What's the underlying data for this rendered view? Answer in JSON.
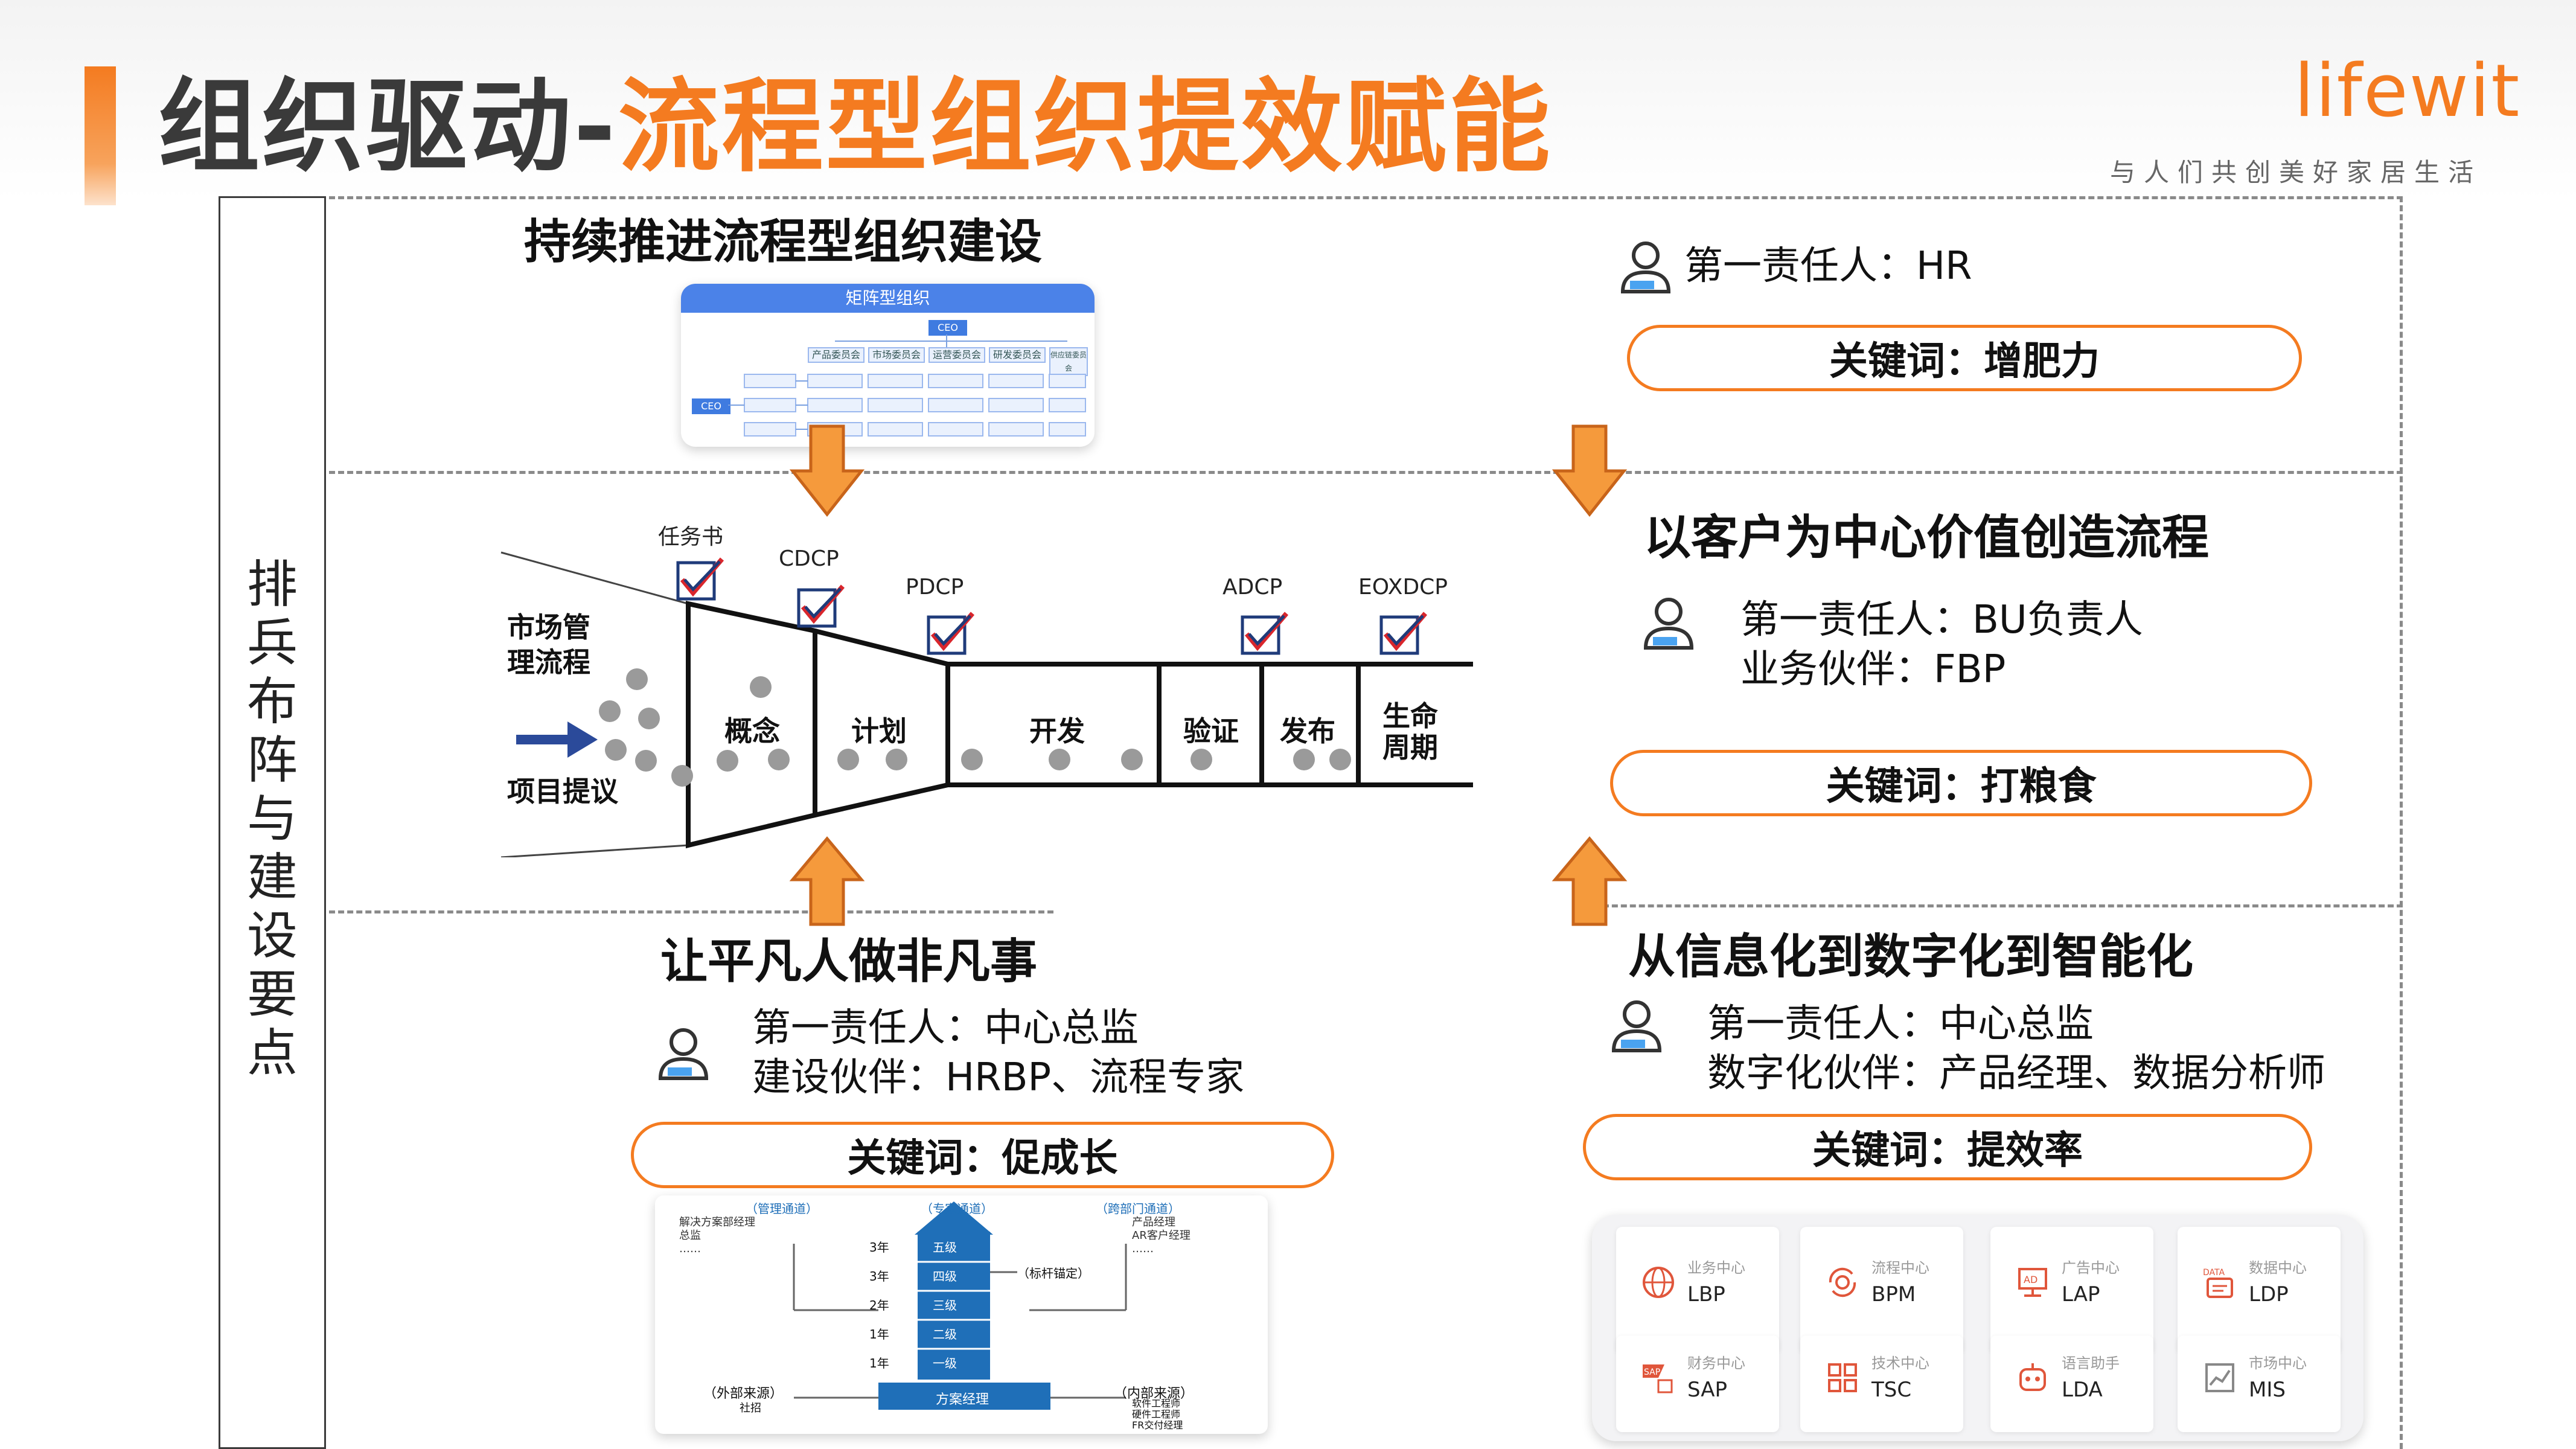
{
  "header": {
    "title_prefix": "组织驱动-",
    "title_main": "流程型组织提效赋能",
    "logo": "lifewit",
    "slogan": "与人们共创美好家居生活"
  },
  "left_panel": {
    "label": "排兵布阵与建设要点"
  },
  "sections": {
    "top_left": {
      "title": "持续推进流程型组织建设",
      "org_chart": {
        "title": "矩阵型组织",
        "ceo": "CEO",
        "top_boxes": [
          "产品委员会",
          "市场委员会",
          "运营委员会",
          "研发委员会",
          "供应链委员会"
        ]
      }
    },
    "top_right": {
      "owner": "第一责任人：HR",
      "keyword": "关键词：增肥力"
    },
    "middle_right": {
      "title": "以客户为中心价值创造流程",
      "owner": "第一责任人：BU负责人",
      "partner": "业务伙伴：FBP",
      "keyword": "关键词：打粮食"
    },
    "bottom_left": {
      "title": "让平凡人做非凡事",
      "owner": "第一责任人：中心总监",
      "partner": "建设伙伴：HRBP、流程专家",
      "keyword": "关键词：促成长",
      "career": {
        "mgmt_channel": "（管理通道）",
        "expert_channel": "（专家通道）",
        "cross_channel": "（跨部门通道）",
        "mgmt_roles": "解决方案部经理\n总监\n……",
        "cross_roles": "产品经理\nAR客户经理\n……",
        "levels": [
          "五级",
          "四级",
          "三级",
          "二级",
          "一级"
        ],
        "years": [
          "3年",
          "3年",
          "2年",
          "1年",
          "1年"
        ],
        "benchmark": "（标杆锚定）",
        "base_role": "方案经理",
        "external": "（外部来源）",
        "external_sub": "社招",
        "internal": "（内部来源）",
        "internal_sub": "软件工程师\n硬件工程师\nFR交付经理"
      }
    },
    "bottom_right": {
      "title": "从信息化到数字化到智能化",
      "owner": "第一责任人：中心总监",
      "partner": "数字化伙伴：产品经理、数据分析师",
      "keyword": "关键词：提效率",
      "systems": [
        {
          "category": "业务中心",
          "code": "LBP",
          "icon": "globe-icon"
        },
        {
          "category": "流程中心",
          "code": "BPM",
          "icon": "gear-cycle-icon"
        },
        {
          "category": "广告中心",
          "code": "LAP",
          "icon": "ad-icon"
        },
        {
          "category": "数据中心",
          "code": "LDP",
          "icon": "data-icon"
        },
        {
          "category": "财务中心",
          "code": "SAP",
          "icon": "sap-icon"
        },
        {
          "category": "技术中心",
          "code": "TSC",
          "icon": "blocks-icon"
        },
        {
          "category": "语言助手",
          "code": "LDA",
          "icon": "robot-icon"
        },
        {
          "category": "市场中心",
          "code": "MIS",
          "icon": "chart-icon"
        }
      ]
    }
  },
  "process_funnel": {
    "intake_top": "市场管\n理流程",
    "intake_bottom": "项目提议",
    "checkpoints": [
      "任务书",
      "CDCP",
      "PDCP",
      "ADCP",
      "EOXDCP"
    ],
    "stages": [
      "概念",
      "计划",
      "开发",
      "验证",
      "发布",
      "生命\n周期"
    ]
  },
  "colors": {
    "accent": "#f47b20",
    "dark_text": "#3a3a3a",
    "check_blue": "#1f3b7a",
    "check_red": "#d9262c"
  }
}
